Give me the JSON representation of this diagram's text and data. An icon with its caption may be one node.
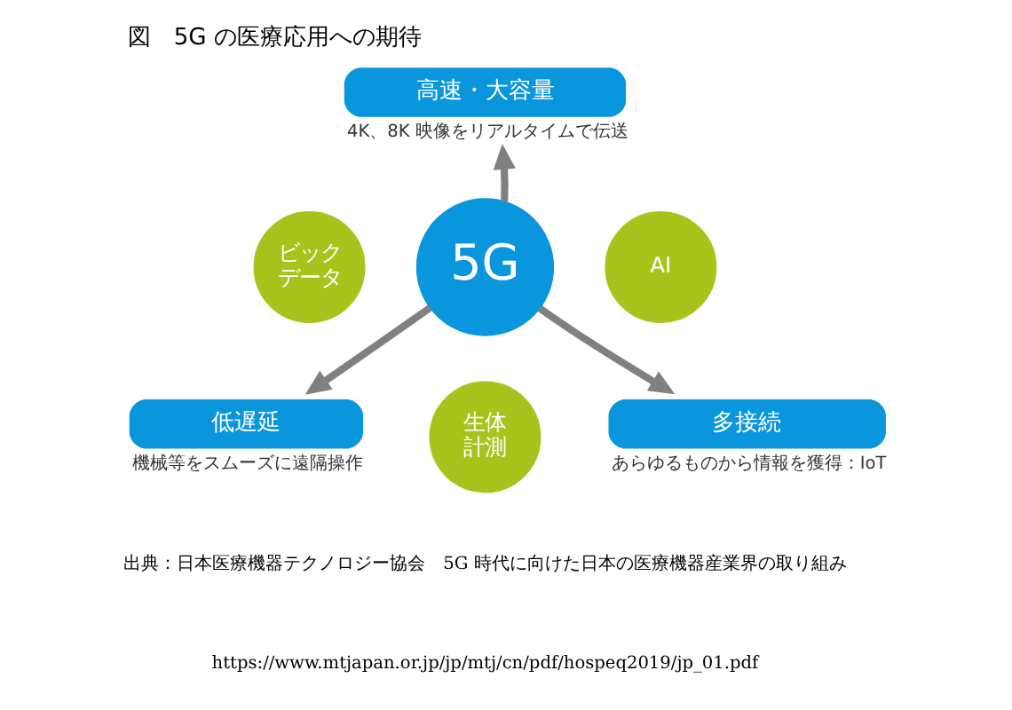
{
  "diagram": {
    "title": "図　5G の医療応用への期待",
    "caption": "出典：日本医療機器テクノロジー協会　5G 時代に向けた日本の医療機器産業界の取り組み",
    "nodes": [
      {
        "text": [
          "高速・大容量"
        ],
        "beside": [
          "4K、8K 映像をリアルタイムで伝送"
        ]
      },
      {
        "text": [
          "ビックデータ"
        ]
      },
      {
        "text": [
          "5G"
        ]
      },
      {
        "text": [
          "AI"
        ]
      },
      {
        "text": [
          "低遅延"
        ],
        "beside": [
          "機械等をスムーズに遠隔操作"
        ]
      },
      {
        "text": [
          "生体計測"
        ]
      },
      {
        "text": [
          "多接続"
        ],
        "beside": [
          "あらゆるものから情報を獲得：IoT"
        ]
      }
    ],
    "edges": [
      {
        "from": 2,
        "to": 0,
        "arrow": "to"
      },
      {
        "from": 2,
        "to": 4,
        "arrow": "to"
      },
      {
        "from": 2,
        "to": 6,
        "arrow": "to"
      }
    ],
    "labels": [
      "https://www.mtjapan.or.jp/jp/mtj/cn/pdf/hospeq2019/jp_01.pdf"
    ]
  }
}
